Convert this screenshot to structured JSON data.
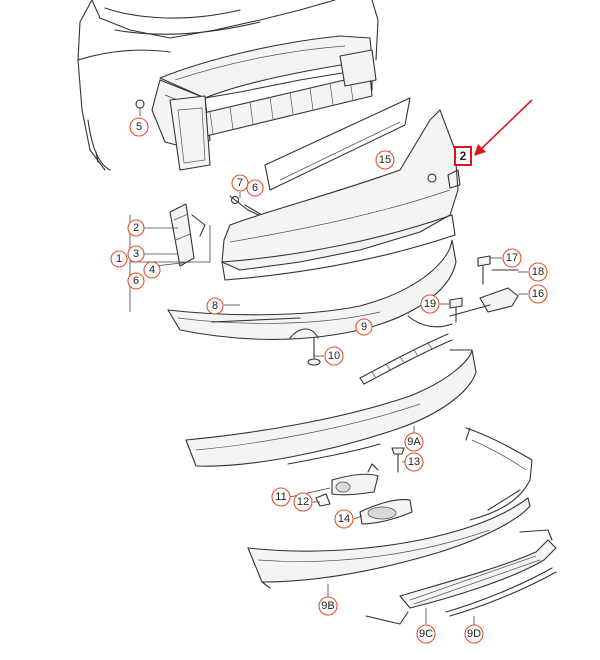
{
  "callouts": {
    "c5": "5",
    "c15": "15",
    "c2_box": "2",
    "c7": "7",
    "c6_top": "6",
    "c2_left": "2",
    "c3": "3",
    "c1": "1",
    "c4": "4",
    "c6_left": "6",
    "c8": "8",
    "c9": "9",
    "c10": "10",
    "c17": "17",
    "c18": "18",
    "c16": "16",
    "c19": "19",
    "c9a": "9A",
    "c13": "13",
    "c11": "11",
    "c12": "12",
    "c14": "14",
    "c9b": "9B",
    "c9c": "9C",
    "c9d": "9D"
  },
  "colors": {
    "callout_ring": "#e0522b",
    "highlight": "#e0141e",
    "line": "#333333"
  }
}
